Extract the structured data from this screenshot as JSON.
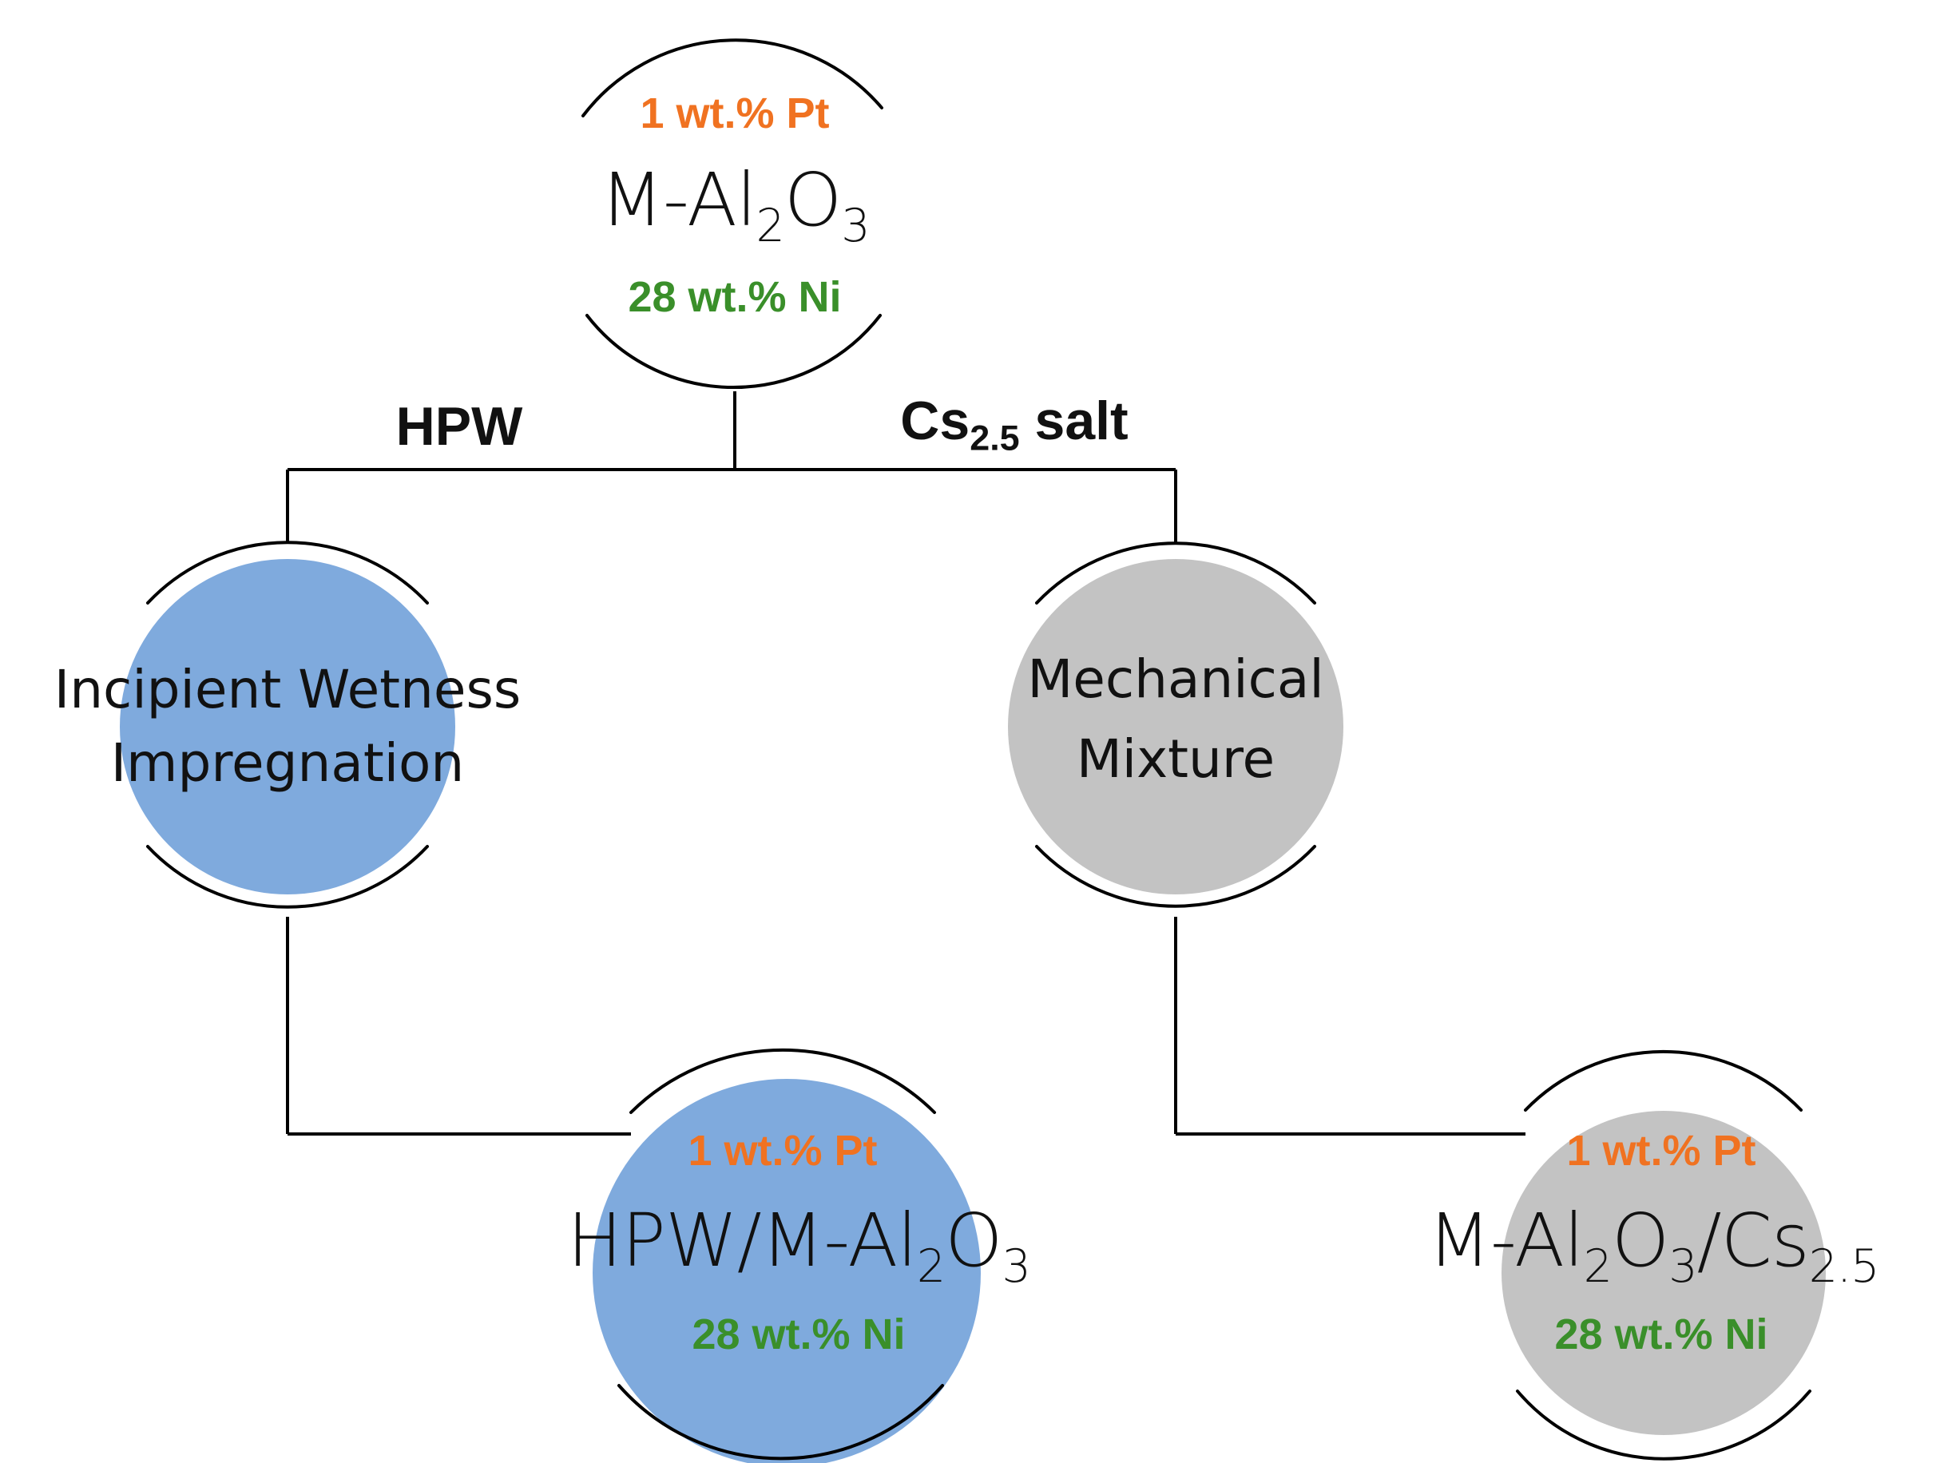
{
  "colors": {
    "platinum": "#F07221",
    "nickel": "#3A8F2A",
    "blue_fill": "#7FAADD",
    "gray_fill": "#C3C3C3",
    "line": "#000000"
  },
  "top_node": {
    "pt_label": "1 wt.% Pt",
    "formula_main": "M-Al",
    "formula_sub1": "2",
    "formula_mid": "O",
    "formula_sub2": "3",
    "ni_label": "28 wt.% Ni"
  },
  "branches": {
    "left_label": "HPW",
    "right_label_main": "Cs",
    "right_label_sub": "2.5",
    "right_label_tail": " salt"
  },
  "methods": {
    "left_line1": "Incipient Wetness",
    "left_line2": "Impregnation",
    "right_line1": "Mechanical",
    "right_line2": "Mixture"
  },
  "left_product": {
    "pt_label": "1 wt.% Pt",
    "formula_main": "HPW/M-Al",
    "formula_sub1": "2",
    "formula_mid": "O",
    "formula_sub2": "3",
    "ni_label": "28 wt.% Ni"
  },
  "right_product": {
    "pt_label": "1 wt.% Pt",
    "formula_main": "M-Al",
    "formula_sub1": "2",
    "formula_mid": "O",
    "formula_sub2": "3",
    "formula_tail": "/Cs",
    "formula_sub3": "2.5",
    "ni_label": "28 wt.% Ni"
  }
}
